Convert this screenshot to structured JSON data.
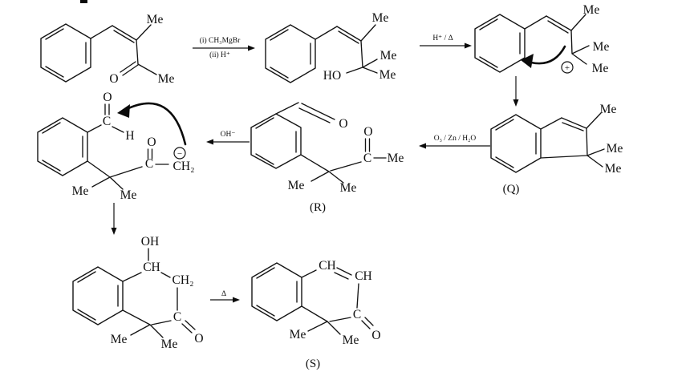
{
  "page": {
    "background": "#ffffff",
    "ink": "#141414",
    "description": "organic reaction mechanism scheme"
  },
  "labels": {
    "me": "Me",
    "ho": "HO",
    "oh": "OH",
    "o": "O",
    "c": "C",
    "h": "H",
    "ch": "CH",
    "ch2": "CH₂",
    "plus": "+",
    "minus": "−"
  },
  "arrows": {
    "grignard_top": "(i) CH₃MgBr",
    "grignard_bottom": "(ii) H⁺",
    "acid_heat": "H⁺ / Δ",
    "ozonolysis": "O₃ / Zn / H₂O",
    "hydroxide": "OH⁻",
    "heat": "Δ"
  },
  "tags": {
    "q": "(Q)",
    "r": "(R)",
    "s": "(S)"
  }
}
